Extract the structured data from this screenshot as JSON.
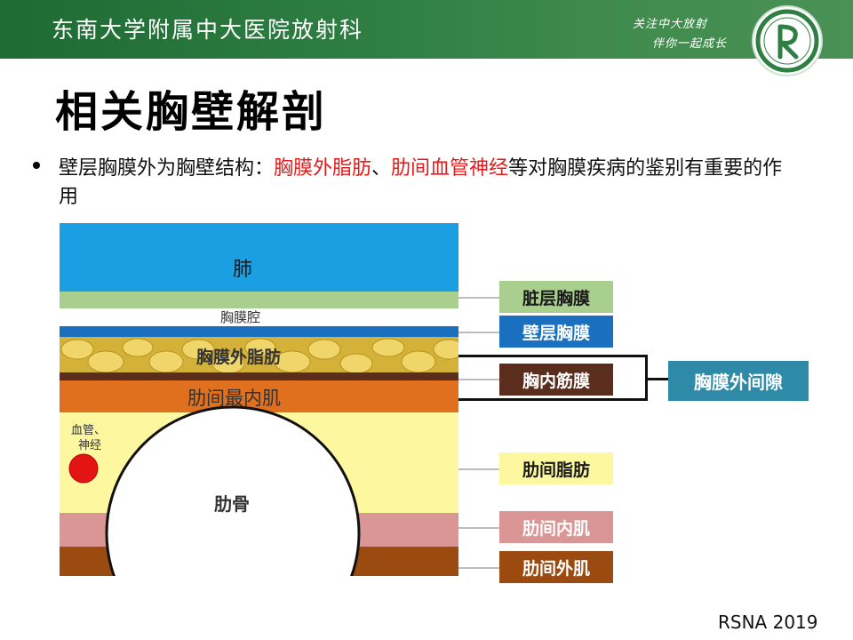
{
  "header": {
    "institution": "东南大学附属中大医院放射科",
    "slogan_line1": "关注中大放射",
    "slogan_line2": "伴你一起成长"
  },
  "title": "相关胸壁解剖",
  "bullet": {
    "text_before": "壁层胸膜外为胸壁结构：",
    "highlight1": "胸膜外脂肪",
    "separator": "、",
    "highlight2": "肋间血管神经",
    "text_after": "等对胸膜疾病的鉴别有重要的作用"
  },
  "diagram": {
    "layers": {
      "lung": "肺",
      "pleural_cavity": "胸膜腔",
      "extrapleural_fat": "胸膜外脂肪",
      "innermost_intercostal": "肋间最内肌",
      "vessel_nerve_1": "血管、",
      "vessel_nerve_2": "神经",
      "rib": "肋骨"
    },
    "tags": {
      "visceral_pleura": "脏层胸膜",
      "parietal_pleura": "壁层胸膜",
      "endothoracic_fascia": "胸内筋膜",
      "extrapleural_space": "胸膜外间隙",
      "intercostal_fat": "肋间脂肪",
      "internal_intercostal": "肋间内肌",
      "external_intercostal": "肋间外肌"
    },
    "colors": {
      "lung": "#1aa0e2",
      "visceral": "#a9cf8e",
      "parietal": "#1a6fbf",
      "fat": "#d4b23a",
      "fascia": "#5a2d1c",
      "innermost": "#e0701e",
      "intercostal_fat": "#fdf7a0",
      "internal": "#d99694",
      "external": "#9b4b0f",
      "space_tag": "#2e8aa6",
      "vessel": "#e31414"
    }
  },
  "footer": "RSNA 2019"
}
